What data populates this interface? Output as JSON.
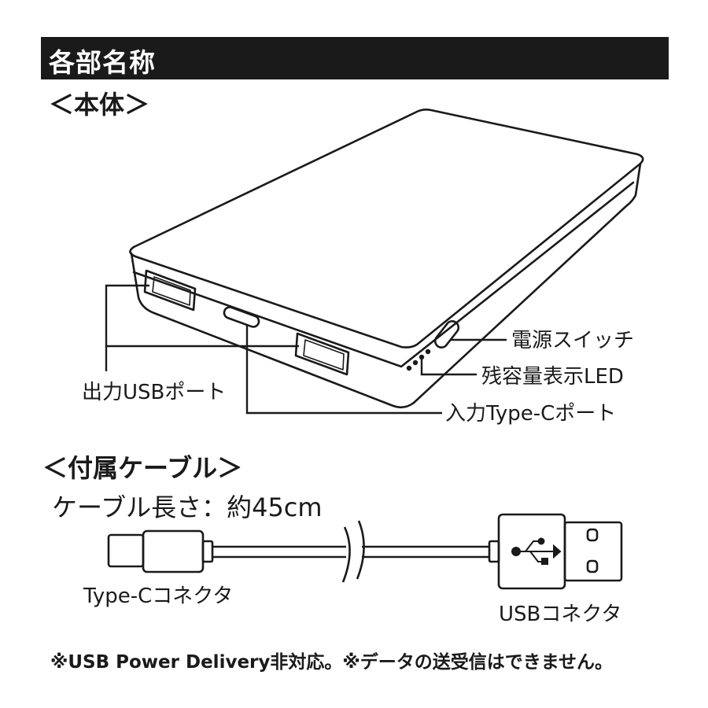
{
  "header": {
    "title": "各部名称"
  },
  "sections": {
    "body_heading": "＜本体＞",
    "cable_heading": "＜付属ケーブル＞",
    "cable_length": "ケーブル長さ：約45cm"
  },
  "labels": {
    "power_switch": "電源スイッチ",
    "battery_led": "残容量表示LED",
    "output_usb": "出力USBポート",
    "input_typec": "入力Type-Cポート",
    "typec_connector": "Type-Cコネクタ",
    "usb_connector": "USBコネクタ"
  },
  "footer": {
    "note": "※USB Power Delivery非対応。※データの送受信はできません。"
  },
  "icons": [
    "usb-trident-icon",
    "break-mark-icon"
  ]
}
